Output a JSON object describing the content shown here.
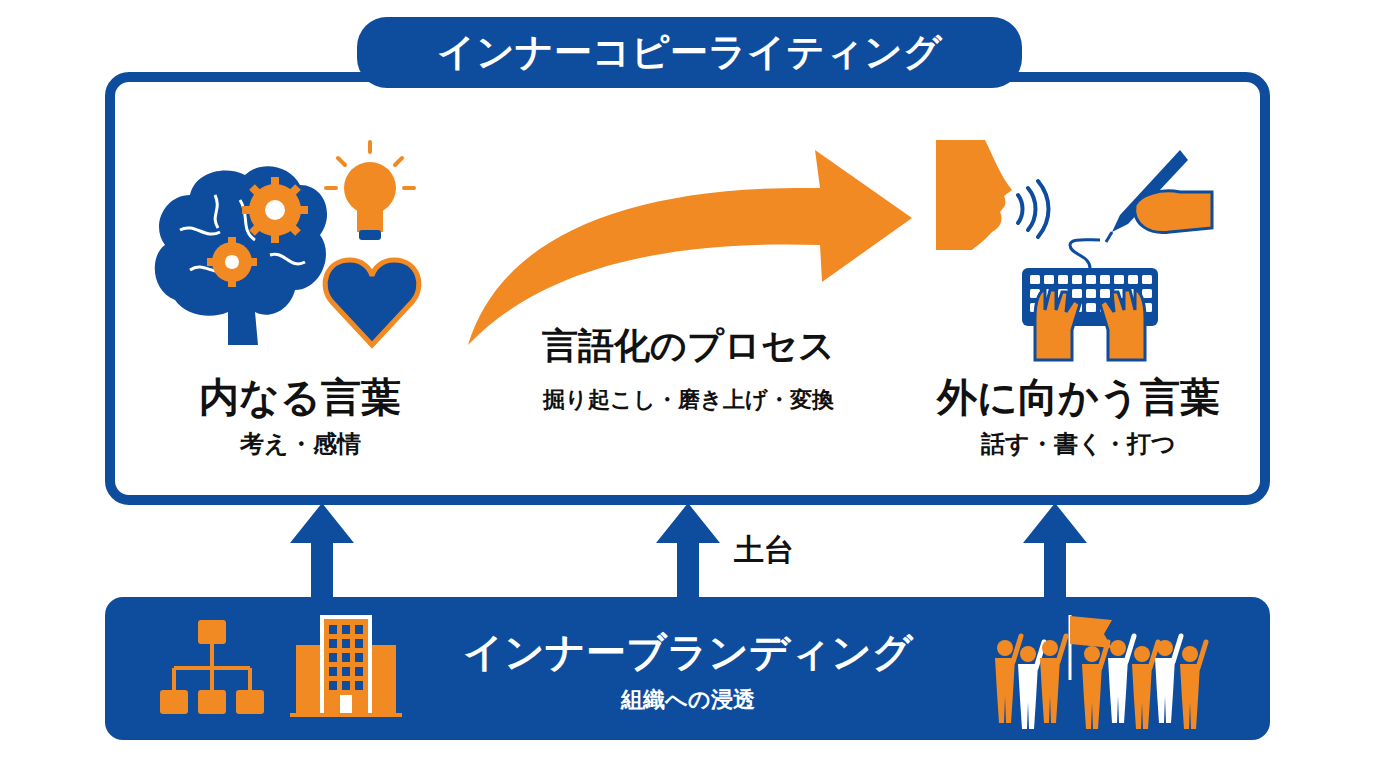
{
  "diagram": {
    "nodes": [
      {
        "text": [
          "インナーコピーライティング"
        ]
      },
      {
        "text": [
          "インナーブランディング",
          "組織への浸透"
        ]
      }
    ],
    "edges": [
      {
        "from": 1,
        "to": 0,
        "arrow": "to"
      },
      {
        "from": 1,
        "to": 0,
        "arrow": "to",
        "label": "土台"
      },
      {
        "from": 1,
        "to": 0,
        "arrow": "to"
      }
    ],
    "labels": [
      "内なる言葉",
      "考え・感情",
      "言語化のプロセス",
      "掘り起こし・磨き上げ・変換",
      "外に向かう言葉",
      "話す・書く・打つ"
    ]
  }
}
